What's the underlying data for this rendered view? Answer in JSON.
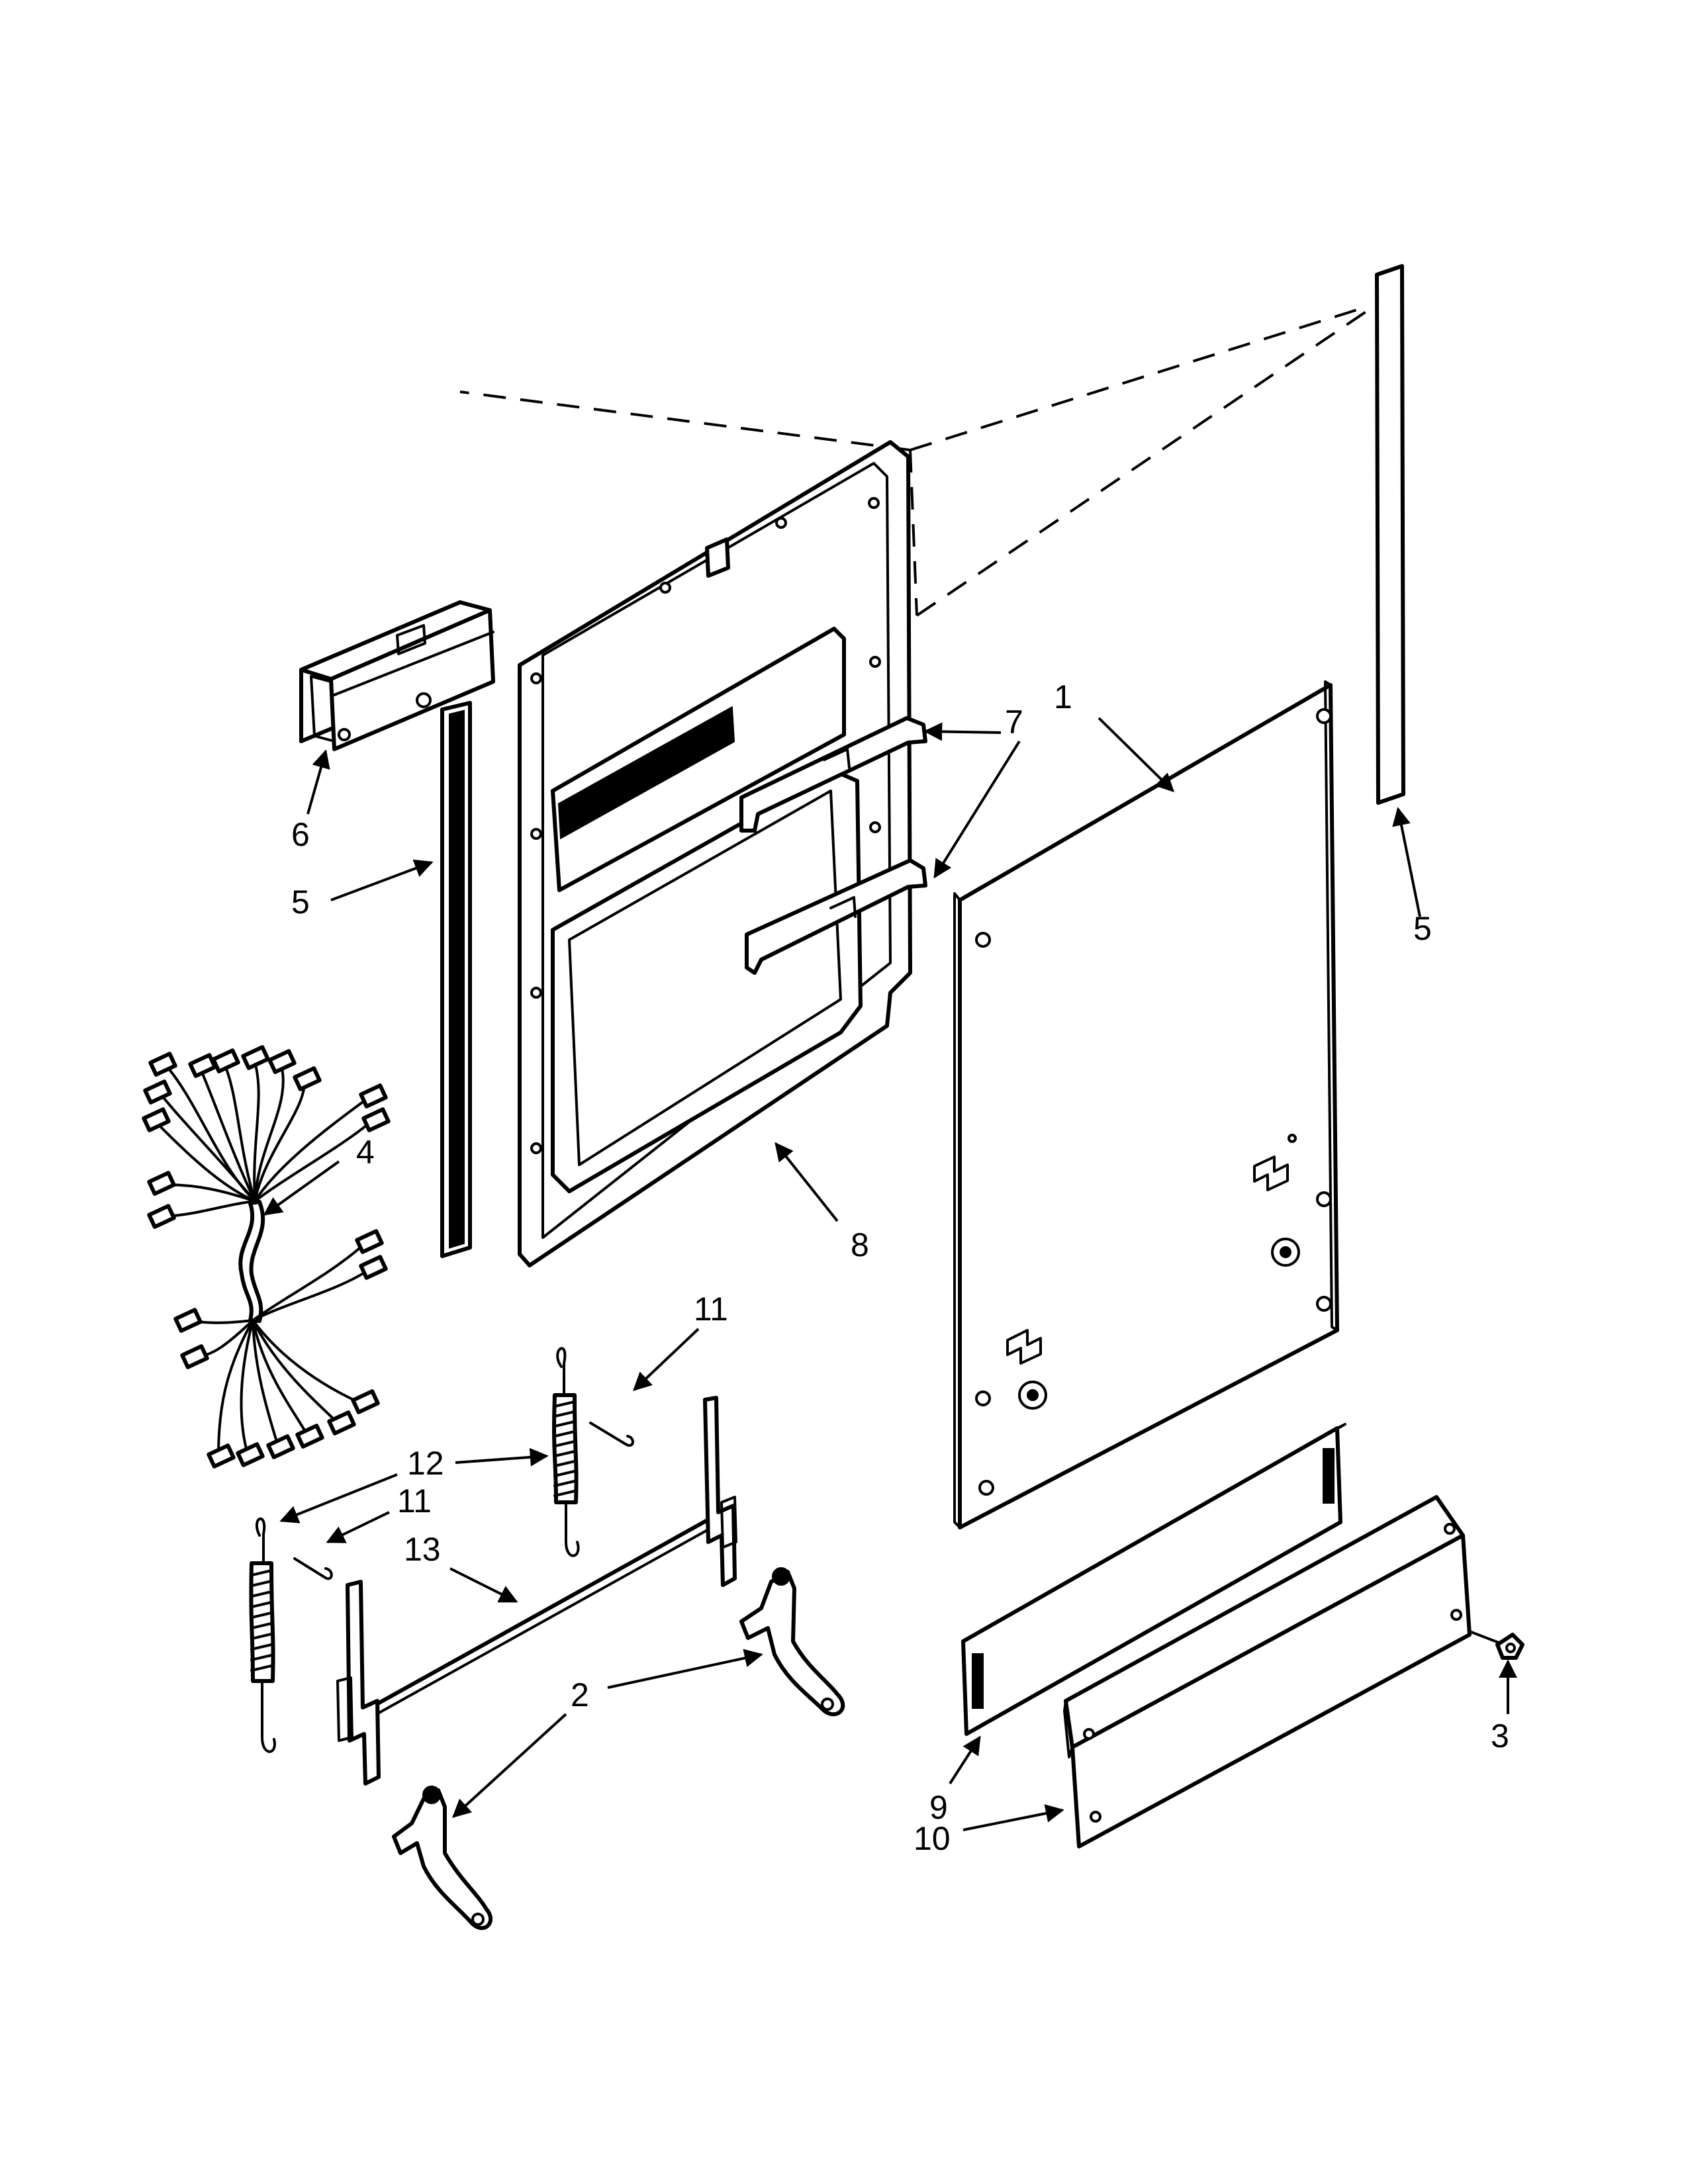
{
  "callouts": [
    {
      "id": "c1",
      "text": "1"
    },
    {
      "id": "c2",
      "text": "2"
    },
    {
      "id": "c3",
      "text": "3"
    },
    {
      "id": "c4",
      "text": "4"
    },
    {
      "id": "c5a",
      "text": "5"
    },
    {
      "id": "c5b",
      "text": "5"
    },
    {
      "id": "c6",
      "text": "6"
    },
    {
      "id": "c7",
      "text": "7"
    },
    {
      "id": "c8",
      "text": "8"
    },
    {
      "id": "c9",
      "text": "9"
    },
    {
      "id": "c10",
      "text": "10"
    },
    {
      "id": "c11a",
      "text": "11"
    },
    {
      "id": "c11b",
      "text": "11"
    },
    {
      "id": "c12",
      "text": "12"
    },
    {
      "id": "c13",
      "text": "13"
    }
  ]
}
